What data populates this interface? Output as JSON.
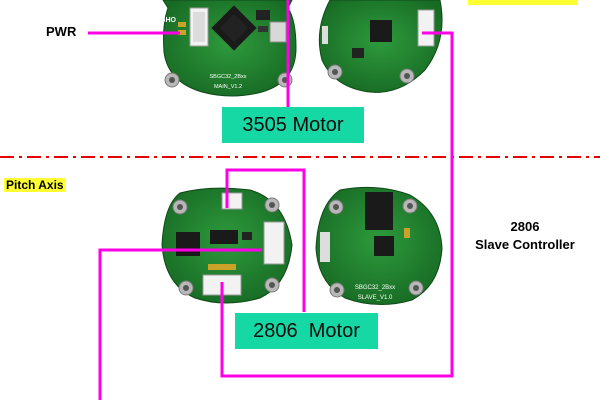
{
  "labels": {
    "pwr": "PWR",
    "pitch_axis": "Pitch Axis",
    "motor_3505": "3505 Motor",
    "motor_2806": "2806  Motor",
    "slave_model": "2806",
    "slave_title": "Slave Controller"
  },
  "boards": {
    "main": {
      "logo_text": "GHO",
      "silk_model": "SBGC32_2Bxx",
      "silk_version": "MAIN_V1.2"
    },
    "slave_lower": {
      "silk_model": "SBGC32_2Bxx",
      "silk_version": "SLAVE_V1.0"
    }
  },
  "colors": {
    "wire": "#ff00e6",
    "divider": "#e60000",
    "motor_label_bg": "#15d8a4",
    "highlight": "#ffff33",
    "pcb_green": "#1d7f2c"
  }
}
